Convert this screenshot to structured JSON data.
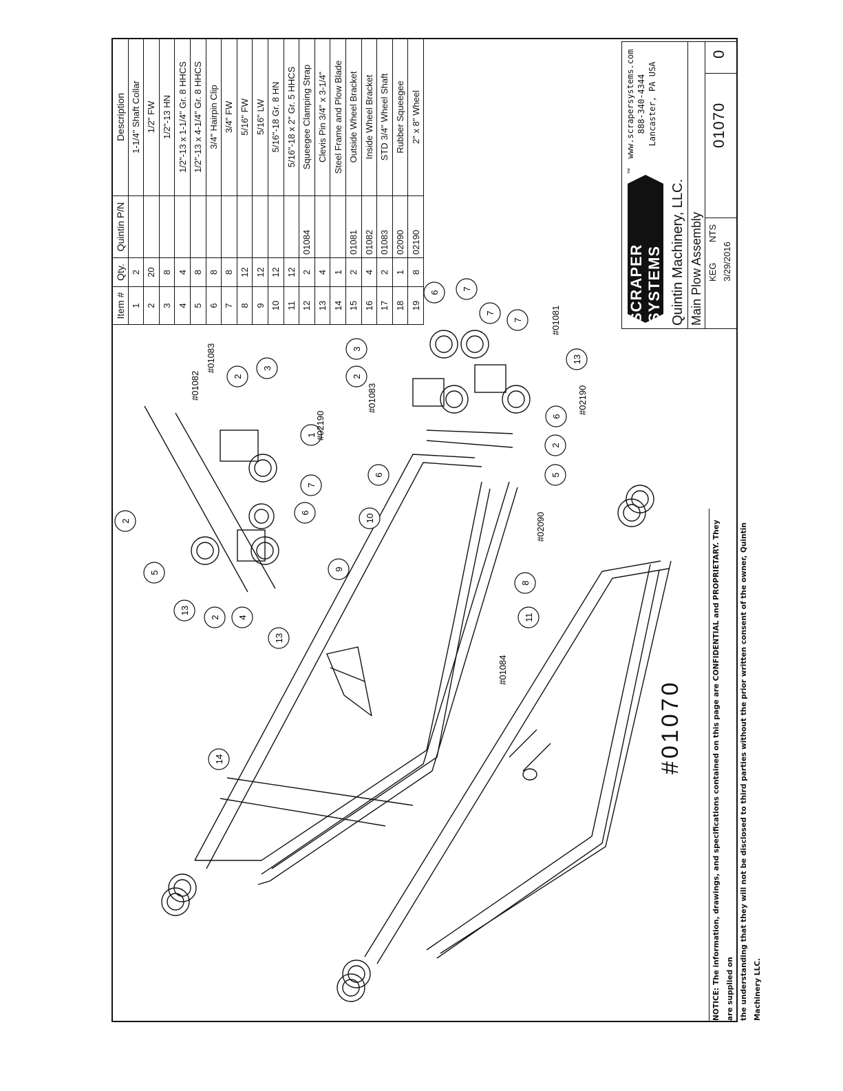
{
  "bom": {
    "headers": [
      "Item #",
      "Qty.",
      "Quintin P/N",
      "Description"
    ],
    "rows": [
      {
        "item": "1",
        "qty": "2",
        "pn": "",
        "desc": "1-1/4\" Shaft Collar"
      },
      {
        "item": "2",
        "qty": "20",
        "pn": "",
        "desc": "1/2\" FW"
      },
      {
        "item": "3",
        "qty": "8",
        "pn": "",
        "desc": "1/2\"-13 HN"
      },
      {
        "item": "4",
        "qty": "4",
        "pn": "",
        "desc": "1/2\"-13 x 1-1/4\" Gr. 8 HHCS"
      },
      {
        "item": "5",
        "qty": "8",
        "pn": "",
        "desc": "1/2\"-13 x 4-1/4\" Gr. 8 HHCS"
      },
      {
        "item": "6",
        "qty": "8",
        "pn": "",
        "desc": "3/4\" Hairpin Clip"
      },
      {
        "item": "7",
        "qty": "8",
        "pn": "",
        "desc": "3/4\" FW"
      },
      {
        "item": "8",
        "qty": "12",
        "pn": "",
        "desc": "5/16\" FW"
      },
      {
        "item": "9",
        "qty": "12",
        "pn": "",
        "desc": "5/16\" LW"
      },
      {
        "item": "10",
        "qty": "12",
        "pn": "",
        "desc": "5/16\"-18 Gr. 8 HN"
      },
      {
        "item": "11",
        "qty": "12",
        "pn": "",
        "desc": "5/16\"-18 x 2\" Gr. 5 HHCS"
      },
      {
        "item": "12",
        "qty": "2",
        "pn": "01084",
        "desc": "Squeegee Clamping Strap"
      },
      {
        "item": "13",
        "qty": "4",
        "pn": "",
        "desc": "Clevis Pin 3/4\" x 3-1/4\""
      },
      {
        "item": "14",
        "qty": "1",
        "pn": "",
        "desc": "Steel Frame and Plow Blade"
      },
      {
        "item": "15",
        "qty": "2",
        "pn": "01081",
        "desc": "Outside Wheel Bracket"
      },
      {
        "item": "16",
        "qty": "4",
        "pn": "01082",
        "desc": "Inside Wheel Bracket"
      },
      {
        "item": "17",
        "qty": "2",
        "pn": "01083",
        "desc": "STD 3/4\" Wheel Shaft"
      },
      {
        "item": "18",
        "qty": "1",
        "pn": "02090",
        "desc": "Rubber Squeegee"
      },
      {
        "item": "19",
        "qty": "8",
        "pn": "02190",
        "desc": "2\" x 8\" Wheel"
      }
    ]
  },
  "title_block": {
    "logo_text": "SCRAPER SYSTEMS",
    "tm": "™",
    "website": "www.scrapersystems.com",
    "phone": "888-340-4344",
    "location": "Lancaster, PA USA",
    "company": "Quintin Machinery, LLC.",
    "drawing_title": "Main Plow Assembly",
    "drawn_by": "KEG",
    "scale": "NTS",
    "date": "3/29/2016",
    "part_no": "01070",
    "rev": "0"
  },
  "drawing": {
    "assembly_number": "#01070",
    "balloons": [
      "1",
      "2",
      "2",
      "2",
      "2",
      "2",
      "3",
      "3",
      "4",
      "5",
      "5",
      "6",
      "6",
      "6",
      "6",
      "7",
      "7",
      "7",
      "7",
      "8",
      "9",
      "10",
      "11",
      "13",
      "13",
      "13",
      "14"
    ],
    "part_callouts": [
      "#01082",
      "#01083",
      "#02190",
      "#01083",
      "#01081",
      "#02190",
      "#02090",
      "#01084"
    ]
  },
  "notice": {
    "line1": "NOTICE: The information, drawings, and specifications contained on this page are CONFIDENTIAL and PROPRIETARY. They are supplied on",
    "line2": "the understanding that they will not be disclosed to third parties without the prior written consent of the owner, Quintin Machinery LLC."
  }
}
